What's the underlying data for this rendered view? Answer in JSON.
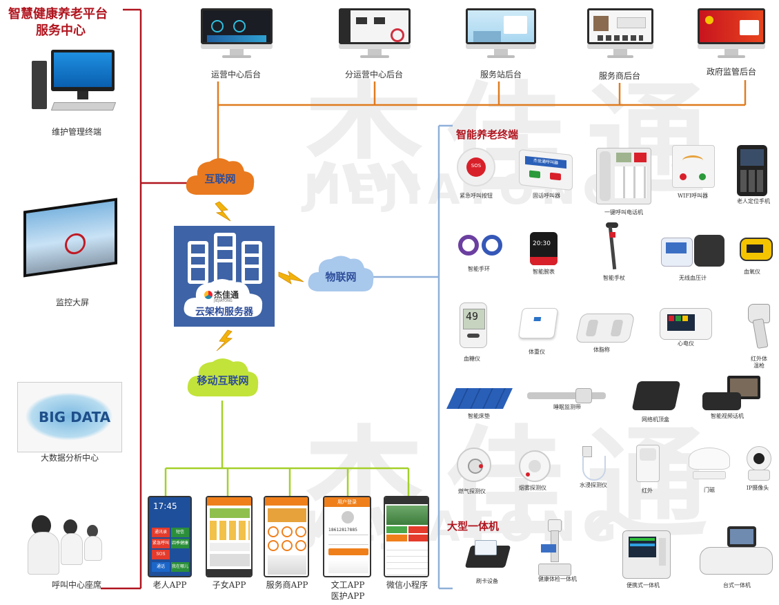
{
  "platform": {
    "title_line1": "智慧健康养老平台",
    "title_line2": "服务中心"
  },
  "watermark": {
    "top_cn": "杰佳通",
    "top_en": "JIEJIATONG",
    "bottom_cn": "杰佳通",
    "bottom_en": "JIEJIATONG"
  },
  "left_terminals": [
    "维护管理终端",
    "监控大屏",
    "大数据分析中心",
    "呼叫中心座席"
  ],
  "bigdata_image_text": "BIG DATA",
  "backends": [
    "运营中心后台",
    "分运营中心后台",
    "服务站后台",
    "服务商后台",
    "政府监管后台"
  ],
  "clouds": {
    "internet": "互联网",
    "iot": "物联网",
    "mobile": "移动互联网"
  },
  "server": {
    "brand": "杰佳通",
    "brand_en": "JIEJIATONG",
    "label": "云架构服务器"
  },
  "apps": [
    "老人APP",
    "子女APP",
    "服务商APP",
    "文工APP",
    "医护APP",
    "微信小程序"
  ],
  "app_screens": {
    "elder_time": "17:45",
    "elder_buttons": [
      "通讯录",
      "短信",
      "紧急呼叫",
      "四季健康",
      "通话",
      "我在哪儿"
    ],
    "elder_sos": "SOS",
    "worker_header": "用户登录",
    "worker_phone": "18612817885"
  },
  "terminals_title": "智能养老终端",
  "terminals_row1": [
    "紧急呼叫按钮",
    "固话呼叫器",
    "一键呼叫电话机",
    "WIFI呼叫器",
    "老人定位手机"
  ],
  "terminals_row2": [
    "智能手环",
    "智能腕表",
    "智能手杖",
    "无线血压计",
    "血氧仪"
  ],
  "terminals_row3": [
    "血糖仪",
    "体重仪",
    "体脂称",
    "心电仪",
    "红外体温枪"
  ],
  "terminals_row4": [
    "智能床垫",
    "睡眠监测带",
    "网络机顶盒",
    "智能视频话机"
  ],
  "terminals_row5": [
    "燃气探测仪",
    "烟雾探测仪",
    "水浸探测仪",
    "红外",
    "门磁",
    "IP摄像头"
  ],
  "device_texts": {
    "glucose": "49",
    "watch_time": "20:30",
    "sos": "SOS",
    "caller_brand": "杰佳通呼叫器",
    "sos_btn": "SOS"
  },
  "large_title": "大型一体机",
  "large_devices": [
    "刷卡设备",
    "健康体检一体机",
    "便携式一体机",
    "台式一体机"
  ],
  "colors": {
    "red": "#b0141e",
    "orange": "#e07b1e",
    "blue": "#8fb0d9",
    "green": "#a4d02a",
    "server": "#3e63a6"
  }
}
